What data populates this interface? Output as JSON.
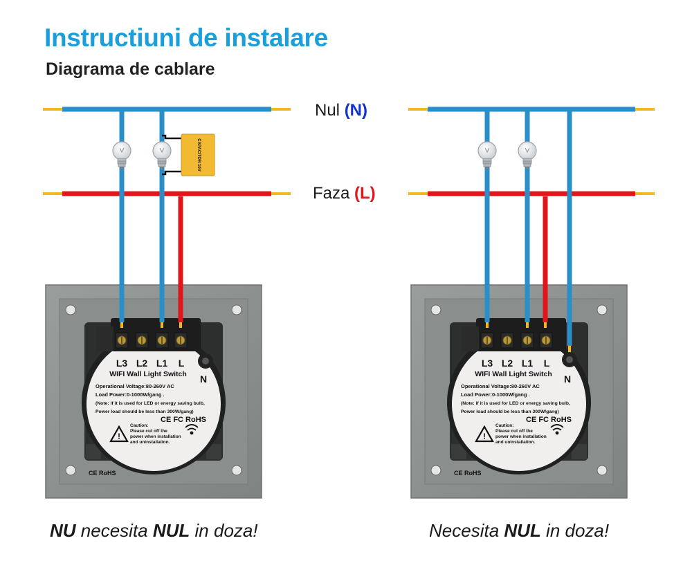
{
  "title": "Instructiuni de instalare",
  "subtitle": "Diagrama de cablare",
  "rails": {
    "neutral": {
      "name": "Nul",
      "symbol": "(N)",
      "color": "#1133cc"
    },
    "phase": {
      "name": "Faza",
      "symbol": "(L)",
      "color": "#e0161b"
    }
  },
  "colors": {
    "blue_wire": "#2a8fc9",
    "red_wire": "#e0161b",
    "wire_tip": "#f2b820",
    "plate": "#8d918f"
  },
  "capacitor_text": "CAPACITOR 10V",
  "switch": {
    "terminals": [
      "L3",
      "L2",
      "L1",
      "L"
    ],
    "neutral_terminal": "N",
    "name": "WIFI Wall Light Switch",
    "spec_voltage": "Operational Voltage:80-260V AC",
    "spec_power": "Load Power:0-1000W/gang .",
    "note_line1": "(Note: if it is used for LED or energy saving bulb,",
    "note_line2": "Power load should be less than 300W/gang)",
    "certs": "CE FC RoHS",
    "caution_title": "Caution:",
    "caution_line1": "Please cut off the",
    "caution_line2": "power when installation",
    "caution_line3": "and uninstallation.",
    "plate_mark": "CE RoHS"
  },
  "captions": {
    "left_prefix": "NU",
    "left_middle": " necesita ",
    "left_bold": "NUL",
    "left_suffix": " in doza!",
    "right_prefix": "Necesita ",
    "right_bold": "NUL",
    "right_suffix": " in doza!"
  }
}
